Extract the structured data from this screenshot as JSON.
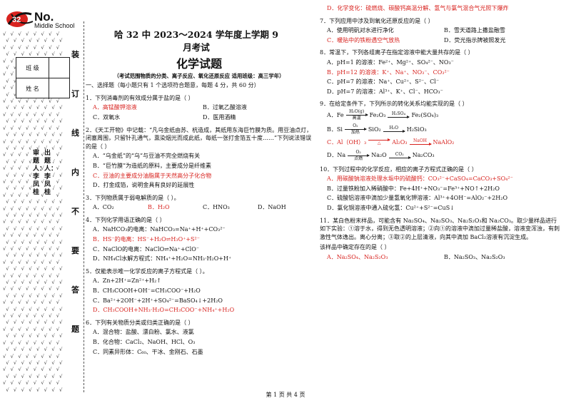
{
  "logo": {
    "text": "No.",
    "subtext": "Middle School"
  },
  "info_box": {
    "class_label": "班 级",
    "name_label": "姓 名"
  },
  "staff": {
    "setter": "出题人：李凤桂",
    "reviewer": "审题人：李凤桂"
  },
  "seal_chars": [
    "装",
    "订",
    "线",
    "内",
    "不",
    "要",
    "答",
    "题"
  ],
  "header": {
    "title": "哈 32 中 2023～2024 学年度上学期 9 月考试",
    "subject": "化学试题",
    "note": "（考试范围物质的分类、离子反应、氧化还原反应   适用班级：高三学年）",
    "section": "一、选择题（每小题只有 1 个选项符合题意，每题 4 分，共 60 分）"
  },
  "col1_questions": [
    {
      "stem": "1．下列消毒剂的有效成分属于盐的是（    ）",
      "layout": "2",
      "options": [
        {
          "t": "A．高锰酸钾溶液",
          "ans": true
        },
        {
          "t": "B．过氧乙酸溶液",
          "ans": false
        },
        {
          "t": "C．双氧水",
          "ans": false
        },
        {
          "t": "D．医用酒精",
          "ans": false
        }
      ]
    },
    {
      "stem": "2．《天工开物》中记载：“凡乌金纸由苏、杭造成，其纸用东海巨竹膜为质。用豆油点灯，闭塞周围，只留针孔通气，熏染烟光而成此纸，每纸一张打金箔五十度……”下列说法错误的是（    ）",
      "layout": "1",
      "options": [
        {
          "t": "A．“乌金纸”的“乌”与豆油不完全燃烧有关",
          "ans": false
        },
        {
          "t": "B．“巨竹膜”为造纸的原料，主要成分是纤维素",
          "ans": false
        },
        {
          "t": "C．豆油的主要成分油脂属于天然高分子化合物",
          "ans": true
        },
        {
          "t": "D．打金成箔，说明金具有良好的延展性",
          "ans": false
        }
      ]
    },
    {
      "stem": "3．下列物质属于弱电解质的是（    ）。",
      "layout": "4",
      "options": [
        {
          "t": "A．CO₂",
          "ans": false
        },
        {
          "t": "B．H₂O",
          "ans": true
        },
        {
          "t": "C．HNO₃",
          "ans": false
        },
        {
          "t": "D．NaOH",
          "ans": false
        }
      ]
    },
    {
      "stem": "4．下列化学用语正确的是（    ）",
      "layout": "1",
      "options": [
        {
          "t": "A．NaHCO₃的电离：NaHCO₃=Na⁺+H⁺+CO₃²⁻",
          "ans": false
        },
        {
          "t": "B．HS⁻的电离：HS⁻+H₂O⇌H₃O⁺+S²⁻",
          "ans": true
        },
        {
          "t": "C．NaClO的电离：NaClO⇌Na⁺+ClO⁻",
          "ans": false
        },
        {
          "t": "D．NH₄Cl水解方程式：NH₄⁺+H₂O=NH₃·H₂O+H⁺",
          "ans": false
        }
      ]
    },
    {
      "stem": "5．仅能表示唯一化学反应的离子方程式是（    ）。",
      "layout": "1",
      "options": [
        {
          "t": "A．Zn+2H⁺=Zn²⁺+H₂↑",
          "ans": false
        },
        {
          "t": "B．CH₃COOH+OH⁻=CH₃COO⁻+H₂O",
          "ans": false
        },
        {
          "t": "C．Ba²⁺+2OH⁻+2H⁺+SO₄²⁻=BaSO₄↓+2H₂O",
          "ans": false
        },
        {
          "t": "D．CH₃COOH+NH₃·H₂O=CH₃COO⁻+NH₄⁺+H₂O",
          "ans": true
        }
      ]
    },
    {
      "stem": "6．下列有关物质分类或归类正确的是（    ）",
      "layout": "1",
      "options": [
        {
          "t": "A．混合物：盐酸、漂白粉、氯水、液氯",
          "ans": false
        },
        {
          "t": "B．化合物：CaCl₂、NaOH、HCl、O₃",
          "ans": false
        },
        {
          "t": "C．同素异形体：C₆₀、干冰、金刚石、石墨",
          "ans": false
        }
      ]
    }
  ],
  "col2_top": {
    "t": "D．化学变化：硫燃烧、碳酸钙高温分解、氢气与氯气混合气光照下爆炸",
    "ans": true
  },
  "col2_questions": [
    {
      "stem": "7．下列应用中涉及到氧化还原反应的是（    ）",
      "layout": "2",
      "options": [
        {
          "t": "A．使用明矾对水进行净化",
          "ans": false
        },
        {
          "t": "B．雪天道路上撒盐融雪",
          "ans": false
        },
        {
          "t": "C．暖贴中的铁粉遇空气放热",
          "ans": true
        },
        {
          "t": "D．荧光指示牌被照发光",
          "ans": false
        }
      ]
    },
    {
      "stem": "8．常温下，下列各组离子在指定溶液中能大量共存的是（    ）",
      "layout": "1",
      "options": [
        {
          "t": "A．pH=1 的溶液：Fe²⁺、Mg²⁺、SO₄²⁻、NO₃⁻",
          "ans": false
        },
        {
          "t": "B．pH=12 的溶液：K⁺、Na⁺、NO₃⁻、CO₃²⁻",
          "ans": true
        },
        {
          "t": "C．pH=7 的溶液：Na⁺、Cu²⁺、S²⁻、Cl⁻",
          "ans": false
        },
        {
          "t": "D．pH=7 的溶液：Al³⁺、K⁺、Cl⁻、HCO₃⁻",
          "ans": false
        }
      ]
    }
  ],
  "q9": {
    "stem": "9．在给定条件下，下列所示的转化关系均能实现的是（    ）",
    "rows": [
      {
        "ans": false,
        "label": "A．Fe",
        "steps": [
          {
            "top": "H₂O(g)",
            "bot": "高温",
            "out": "Fe₂O₃"
          },
          {
            "top": "H₂SO₄",
            "bot": "",
            "out": "Fe₂(SO₄)₃"
          }
        ]
      },
      {
        "ans": false,
        "label": "B．Si",
        "steps": [
          {
            "top": "O₂",
            "bot": "加热",
            "out": "SiO₂"
          },
          {
            "top": "H₂O",
            "bot": "",
            "out": "H₂SiO₃"
          }
        ]
      },
      {
        "ans": true,
        "label": "C．Al（OH）₃",
        "steps": [
          {
            "top": "",
            "bot": "△",
            "out": "Al₂O₃"
          },
          {
            "top": "NaOH",
            "bot": "",
            "out": "NaAlO₂"
          }
        ]
      },
      {
        "ans": false,
        "label": "D．Na",
        "steps": [
          {
            "top": "O₂",
            "bot": "点燃",
            "out": "Na₂O"
          },
          {
            "top": "CO₂",
            "bot": "",
            "out": "Na₂CO₃"
          }
        ]
      }
    ]
  },
  "col2_questions_b": [
    {
      "stem": "10．下列过程中的化学反应，相应的离子方程式正确的是（    ）",
      "layout": "1",
      "options": [
        {
          "t": "A．用碳酸钠溶液处理水垢中的硫酸钙：CO₃²⁻+CaSO₄=CaCO₃+SO₄²⁻",
          "ans": true
        },
        {
          "t": "B．过量铁粉加入稀硝酸中：Fe+4H⁺+NO₃⁻=Fe³⁺+NO↑+2H₂O",
          "ans": false
        },
        {
          "t": "C．硫酸铝溶液中滴加少量氢氧化钾溶液：Al³⁺+4OH⁻=AlO₂⁻+2H₂O",
          "ans": false
        },
        {
          "t": "D．氯化铜溶液中通入硫化氢：Cu²⁺+S²⁻=CuS↓",
          "ans": false
        }
      ]
    }
  ],
  "q11": {
    "stem": "11．某白色粉末样品，可能含有 Na₂SO₄、Na₂SO₃、Na₂S₂O₃和 Na₂CO₃。取少量样品进行如下实验：①溶于水，得到无色透明溶液；②向①的溶液中滴加过量稀盐酸，溶液变浑浊，有刺激性气体逸出。离心分离；③取②的上层清液，向其中滴加 BaCl₂溶液有沉淀生成。",
    "ask": "该样品中确定存在的是（    ）",
    "options": [
      {
        "t": "A．Na₂SO₄、Na₂S₂O₃",
        "ans": true
      },
      {
        "t": "B．Na₂SO₃、Na₂S₂O₃",
        "ans": false
      }
    ]
  },
  "footer": "第 1 页 共 4 页"
}
